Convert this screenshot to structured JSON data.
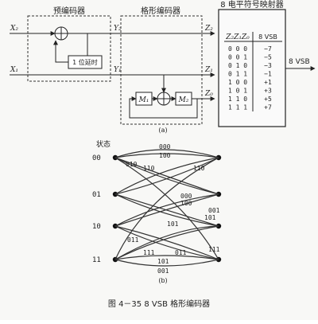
{
  "diagram_a": {
    "precoder_title": "预编码器",
    "trellis_encoder_title": "格形编码器",
    "mapper_title": "8 电平符号映射器",
    "delay_label": "1 位延时",
    "register1": "M₁",
    "register2": "M₂",
    "input_x2": "X₂",
    "input_x1": "X₁",
    "y2": "Y₂",
    "y1": "Y₁",
    "z2": "Z₂",
    "z1": "Z₁",
    "z0": "Z₀",
    "output_label": "8 VSB",
    "table_header_bits": "Z₂Z₁Z₀",
    "table_header_level": "8 VSB",
    "table_rows": [
      {
        "bits": "0 0 0",
        "level": "−7"
      },
      {
        "bits": "0 0 1",
        "level": "−5"
      },
      {
        "bits": "0 1 0",
        "level": "−3"
      },
      {
        "bits": "0 1 1",
        "level": "−1"
      },
      {
        "bits": "1 0 0",
        "level": "+1"
      },
      {
        "bits": "1 0 1",
        "level": "+3"
      },
      {
        "bits": "1 1 0",
        "level": "+5"
      },
      {
        "bits": "1 1 1",
        "level": "+7"
      }
    ],
    "panel_label": "(a)"
  },
  "diagram_b": {
    "state_header": "状态",
    "states": [
      "00",
      "01",
      "10",
      "11"
    ],
    "branch_labels": {
      "s00_a": "000",
      "s00_b": "100",
      "s00_c": "010",
      "s00_d": "110",
      "s00_e": "110",
      "s01_a": "000",
      "s01_b": "100",
      "s01_c": "001",
      "s10_a": "101",
      "s10_b": "101",
      "s11_a": "011",
      "s11_b": "111",
      "s11_c": "011",
      "s11_d": "101",
      "s11_e": "001",
      "s11_f": "111"
    },
    "panel_label": "(b)"
  },
  "caption": "图 4－35   8 VSB 格形编码器"
}
